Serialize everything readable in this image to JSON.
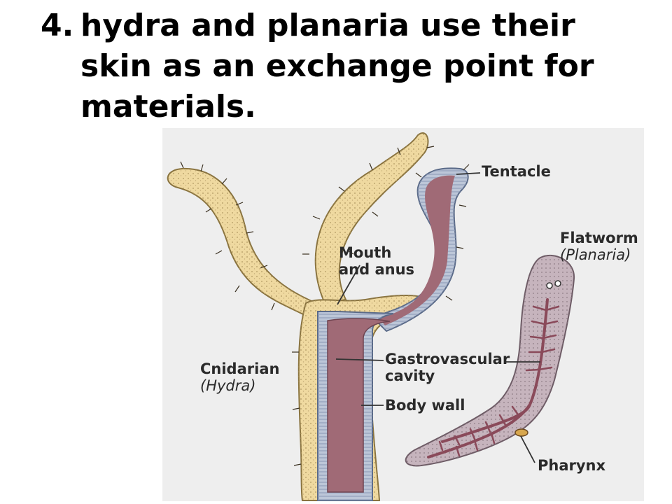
{
  "slide": {
    "bullet_number": "4.",
    "heading_lines": [
      "hydra and planaria use their",
      "skin as an exchange point for",
      "materials."
    ]
  },
  "figure": {
    "labels": {
      "tentacle": "Tentacle",
      "mouth_line1": "Mouth",
      "mouth_line2": "and anus",
      "flatworm": "Flatworm",
      "planaria": "(Planaria)",
      "cnidarian": "Cnidarian",
      "hydra": "(Hydra)",
      "gastro_line1": "Gastrovascular",
      "gastro_line2": "cavity",
      "body_wall": "Body wall",
      "pharynx": "Pharynx"
    },
    "colors": {
      "background": "#eeeeee",
      "hydra_body": "#efd9a0",
      "hydra_outline": "#8a7440",
      "cavity": "#a06a76",
      "body_wall": "#bcc6d8",
      "flatworm_body": "#c6b4bd",
      "flatworm_gut": "#8a4a5a",
      "leader_line": "#333333"
    }
  }
}
